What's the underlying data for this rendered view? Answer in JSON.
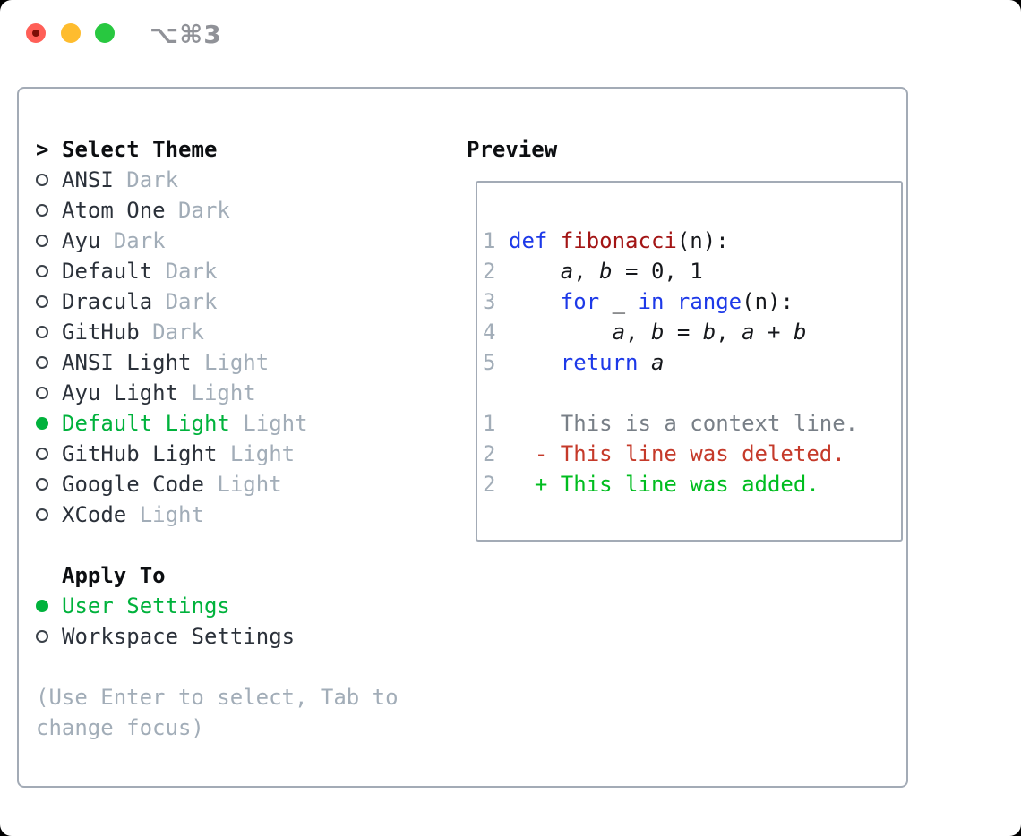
{
  "titlebar": {
    "shortcut_label": "⌥⌘3",
    "traffic_lights": [
      "close",
      "minimize",
      "zoom"
    ]
  },
  "panel": {
    "select_theme": {
      "prefix": ">",
      "title": "Select Theme",
      "themes": [
        {
          "name": "ANSI",
          "variant": "Dark",
          "selected": false
        },
        {
          "name": "Atom One",
          "variant": "Dark",
          "selected": false
        },
        {
          "name": "Ayu",
          "variant": "Dark",
          "selected": false
        },
        {
          "name": "Default",
          "variant": "Dark",
          "selected": false
        },
        {
          "name": "Dracula",
          "variant": "Dark",
          "selected": false
        },
        {
          "name": "GitHub",
          "variant": "Dark",
          "selected": false
        },
        {
          "name": "ANSI Light",
          "variant": "Light",
          "selected": false
        },
        {
          "name": "Ayu Light",
          "variant": "Light",
          "selected": false
        },
        {
          "name": "Default Light",
          "variant": "Light",
          "selected": true
        },
        {
          "name": "GitHub Light",
          "variant": "Light",
          "selected": false
        },
        {
          "name": "Google Code",
          "variant": "Light",
          "selected": false
        },
        {
          "name": "XCode",
          "variant": "Light",
          "selected": false
        }
      ]
    },
    "apply_to": {
      "title": "Apply To",
      "options": [
        {
          "label": "User Settings",
          "selected": true
        },
        {
          "label": "Workspace Settings",
          "selected": false
        }
      ]
    },
    "help_lines": [
      "(Use Enter to select, Tab to",
      "change focus)"
    ]
  },
  "preview": {
    "title": "Preview",
    "lines": [
      {
        "num": "1",
        "parts": [
          {
            "t": "def",
            "c": "kw"
          },
          {
            "t": " ",
            "c": "plain"
          },
          {
            "t": "fibonacci",
            "c": "fn"
          },
          {
            "t": "(n):",
            "c": "plain"
          }
        ]
      },
      {
        "num": "2",
        "parts": [
          {
            "t": "    ",
            "c": "plain"
          },
          {
            "t": "a",
            "c": "var"
          },
          {
            "t": ", ",
            "c": "plain"
          },
          {
            "t": "b",
            "c": "var"
          },
          {
            "t": " = 0, 1",
            "c": "plain"
          }
        ]
      },
      {
        "num": "3",
        "parts": [
          {
            "t": "    ",
            "c": "plain"
          },
          {
            "t": "for",
            "c": "kw"
          },
          {
            "t": " _ ",
            "c": "plain"
          },
          {
            "t": "in",
            "c": "kw"
          },
          {
            "t": " ",
            "c": "plain"
          },
          {
            "t": "range",
            "c": "kw"
          },
          {
            "t": "(n):",
            "c": "plain"
          }
        ]
      },
      {
        "num": "4",
        "parts": [
          {
            "t": "        ",
            "c": "plain"
          },
          {
            "t": "a",
            "c": "var"
          },
          {
            "t": ", ",
            "c": "plain"
          },
          {
            "t": "b",
            "c": "var"
          },
          {
            "t": " = ",
            "c": "plain"
          },
          {
            "t": "b",
            "c": "var"
          },
          {
            "t": ", ",
            "c": "plain"
          },
          {
            "t": "a",
            "c": "var"
          },
          {
            "t": " + ",
            "c": "plain"
          },
          {
            "t": "b",
            "c": "var"
          }
        ]
      },
      {
        "num": "5",
        "parts": [
          {
            "t": "    ",
            "c": "plain"
          },
          {
            "t": "return",
            "c": "kw"
          },
          {
            "t": " ",
            "c": "plain"
          },
          {
            "t": "a",
            "c": "var"
          }
        ]
      },
      {
        "num": "",
        "parts": []
      },
      {
        "num": "1",
        "parts": [
          {
            "t": "    This is a context line.",
            "c": "ctx"
          }
        ]
      },
      {
        "num": "2",
        "parts": [
          {
            "t": "  - This line was deleted.",
            "c": "del"
          }
        ]
      },
      {
        "num": "2",
        "parts": [
          {
            "t": "  + This line was added.",
            "c": "add"
          }
        ]
      }
    ]
  },
  "colors": {
    "selection_green": "#00b23c",
    "diff_added_green": "#00bd1f",
    "diff_deleted_red": "#c53a2a",
    "keyword_blue": "#1d39e8",
    "function_red": "#a31515",
    "muted_gray": "#a2adb8",
    "border_gray": "#a3abb6",
    "traffic_red": "#ff5f57",
    "traffic_yellow": "#febc2e",
    "traffic_green": "#28c840"
  }
}
